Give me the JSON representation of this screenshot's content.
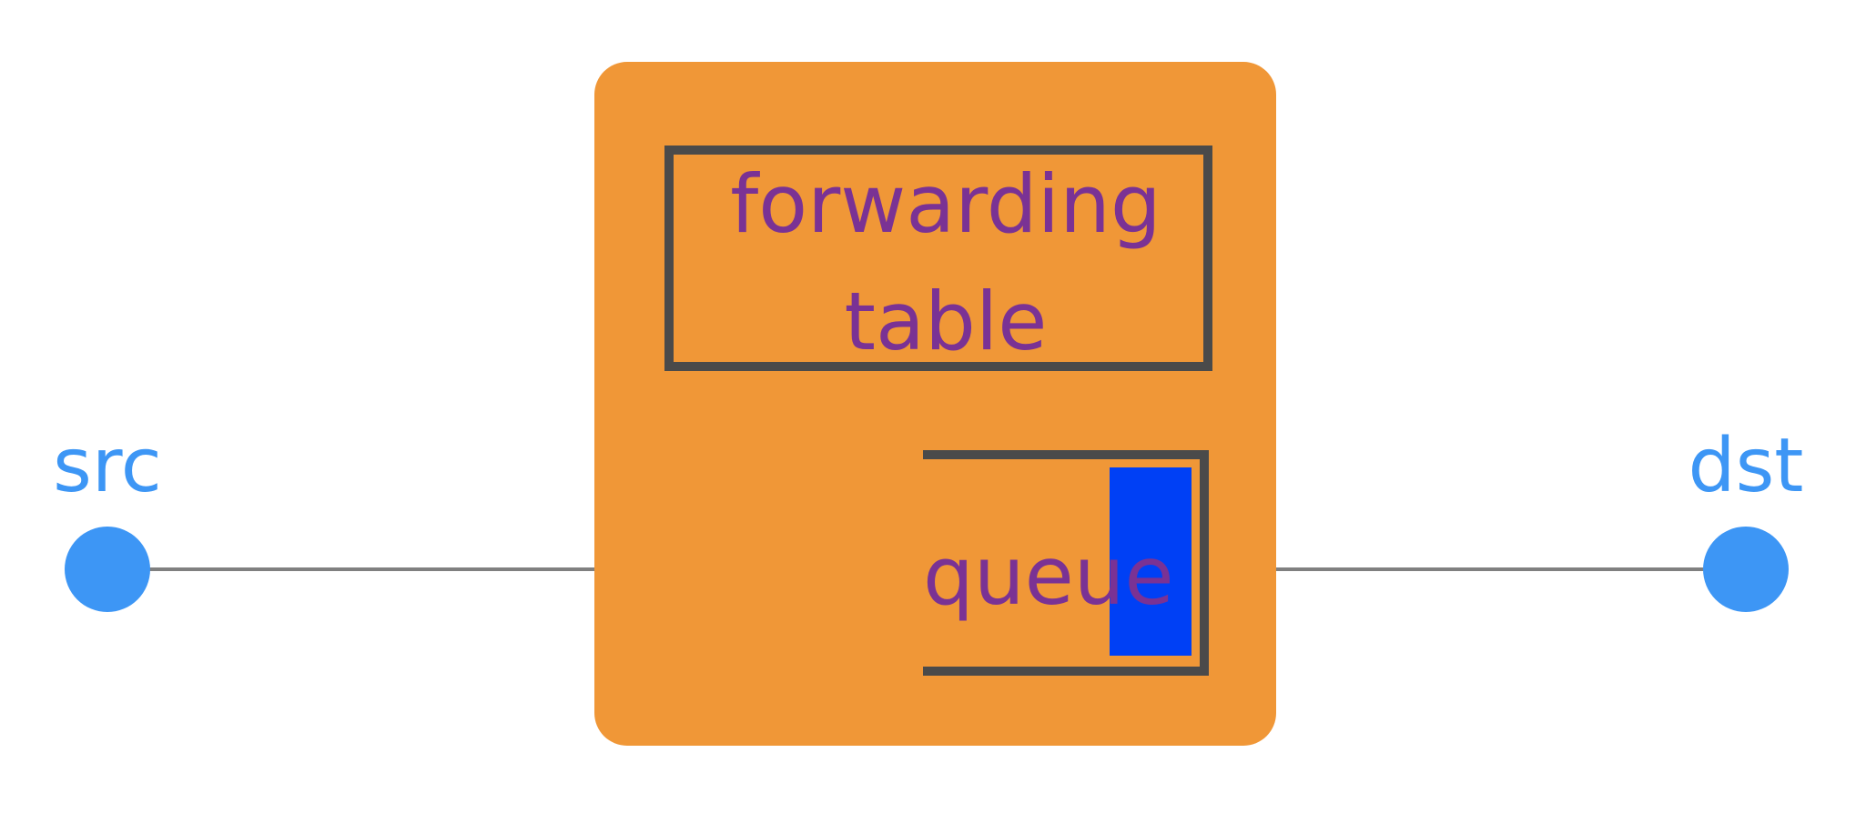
{
  "nodes": {
    "src": {
      "label": "src"
    },
    "dst": {
      "label": "dst"
    }
  },
  "router": {
    "forwarding_table": {
      "line1": "forwarding",
      "line2": "table"
    },
    "queue": {
      "label": "queue",
      "packets_in_queue": 1
    }
  },
  "colors": {
    "node": "#3d96f5",
    "router_body": "#f09737",
    "outline": "#4a4a4a",
    "link": "#808080",
    "router_text": "#7a3294",
    "packet": "#0040f5"
  }
}
